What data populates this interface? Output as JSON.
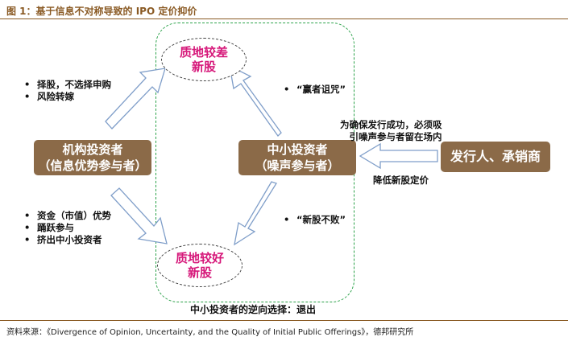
{
  "title": "图 1：基于信息不对称导致的 IPO 定价抑价",
  "source": "资料来源：《Divergence of Opinion, Uncertainty, and the Quality of Initial Public Offerings》，德邦研究所",
  "clouds": {
    "poor": [
      "质地较差",
      "新股"
    ],
    "good": [
      "质地较好",
      "新股"
    ]
  },
  "nodes": {
    "institution": [
      "机构投资者",
      "（信息优势参与者）"
    ],
    "retail": [
      "中小投资者",
      "（噪声参与者）"
    ],
    "issuer": "发行人、承销商"
  },
  "bullets_institution_top": [
    "择股，不选择申购",
    "风险转嫁"
  ],
  "bullets_institution_bottom": [
    "资金（市值）优势",
    "踊跃参与",
    "挤出中小投资者"
  ],
  "bullets_retail_top": [
    "“赢者诅咒”"
  ],
  "bullets_retail_bottom": [
    "“新股不败”"
  ],
  "issuer_reason": [
    "为确保发行成功，必须吸",
    "引噪声参与者留在场内"
  ],
  "issuer_action": "降低新股定价",
  "caption": "中小投资者的逆向选择：退出",
  "colors": {
    "node_fill": "#8b6a48",
    "cloud_text": "#d6187a",
    "dashed_border": "#2ca24a",
    "arrow_stroke": "#7f9ec9",
    "rule": "#8a5a24"
  }
}
